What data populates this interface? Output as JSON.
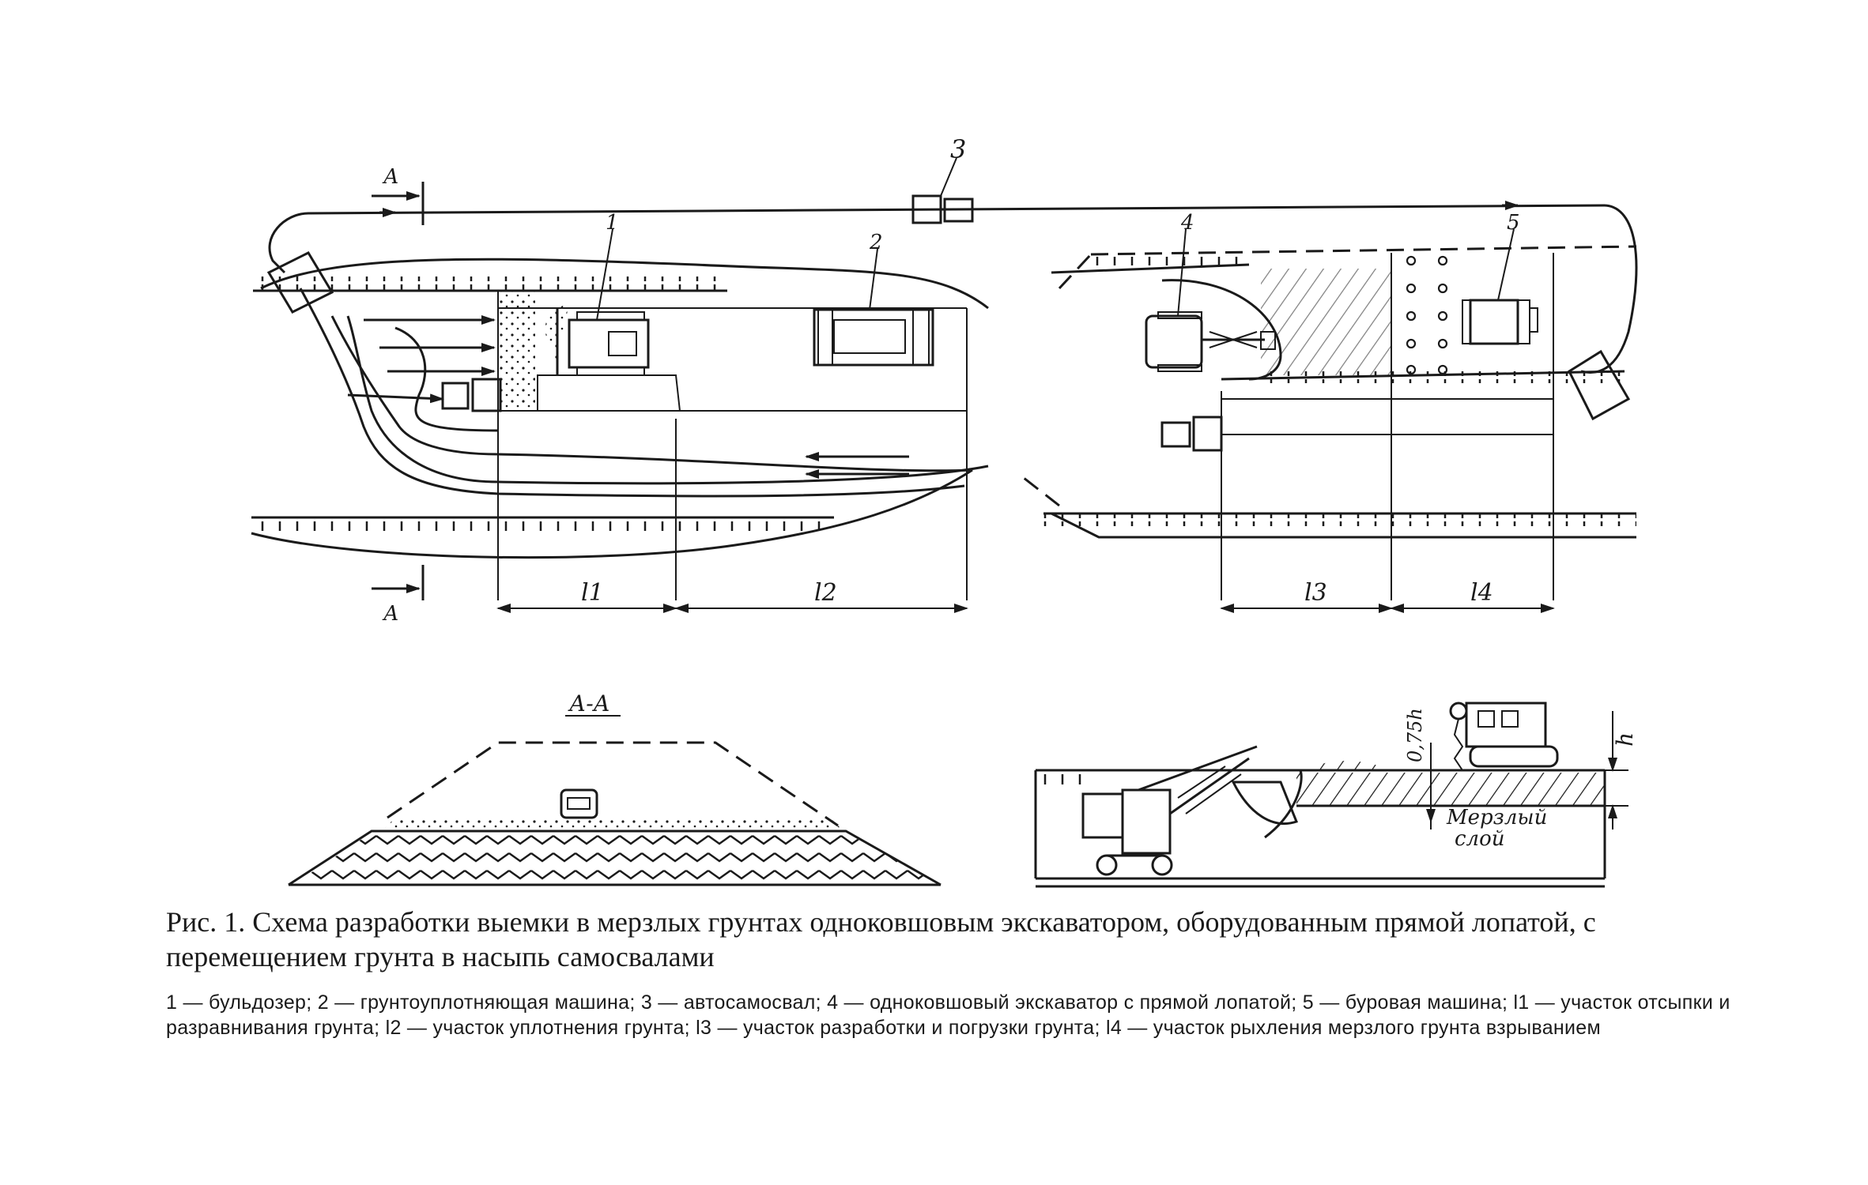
{
  "figure": {
    "caption_title": "Рис. 1. Схема разработки выемки в мерзлых грунтах одноковшовым экскаватором, оборудованным прямой лопатой, с перемещением грунта в насыпь самосвалами",
    "caption_legend": "1 — бульдозер; 2 — грунтоуплотняющая машина; 3 — автосамосвал; 4 — одноковшовый экскаватор с прямой лопатой; 5 — буровая машина; l1 — участок отсыпки и разравнивания грунта; l2 — участок уплотнения грунта; l3 — участок разработки и погрузки грунта; l4 — участок рыхления мерзлого грунта взрыванием"
  },
  "plan": {
    "markers": {
      "n1": "1",
      "n2": "2",
      "n3": "3",
      "n4": "4",
      "n5": "5"
    },
    "section_top": "А",
    "section_bottom": "А",
    "dims": {
      "l1": "l1",
      "l2": "l2",
      "l3": "l3",
      "l4": "l4"
    }
  },
  "section_aa": {
    "title": "А-А"
  },
  "excavation_section": {
    "depth_label": "0,75h",
    "h_label": "h",
    "frozen_layer_line1": "Мерзлый",
    "frozen_layer_line2": "слой"
  }
}
